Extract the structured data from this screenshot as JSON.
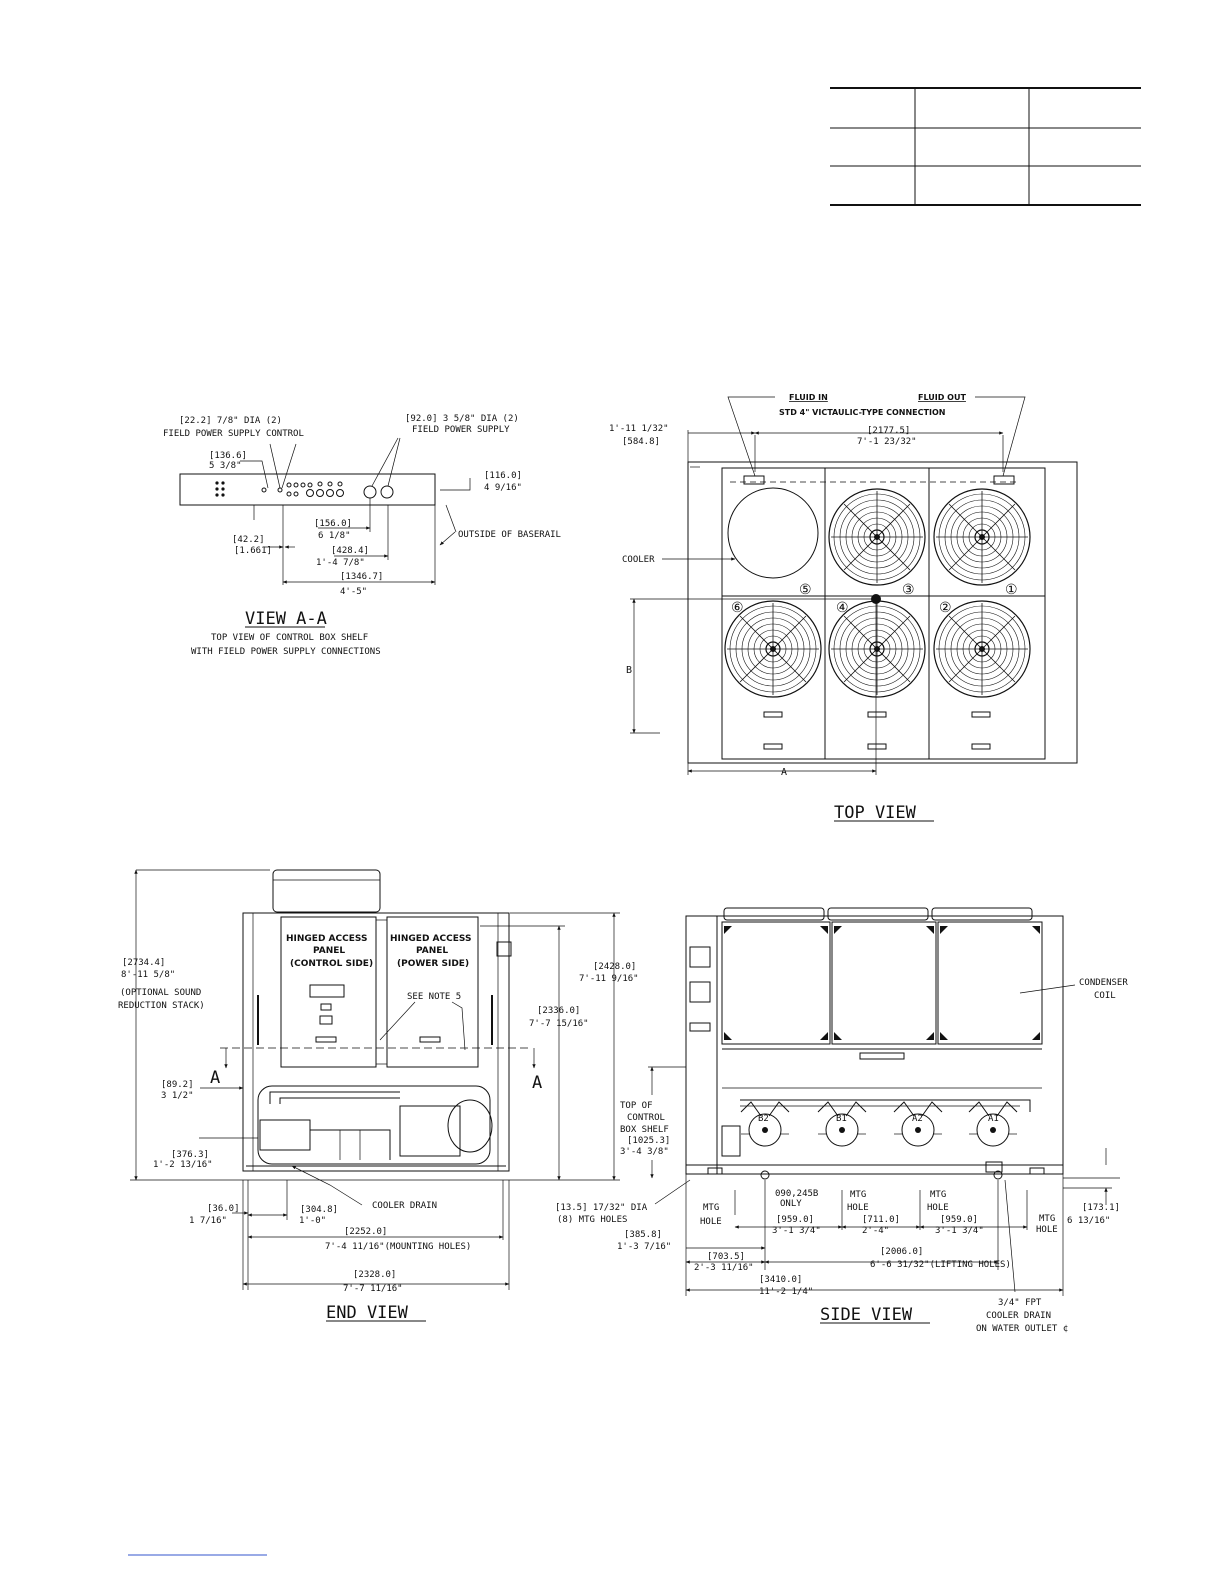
{
  "table": {
    "rows": 3,
    "cols": 3
  },
  "view_aa": {
    "title": "VIEW A-A",
    "subtitle_1": "TOP VIEW OF CONTROL BOX SHELF",
    "subtitle_2": "WITH FIELD POWER SUPPLY CONNECTIONS",
    "dim_control_dia": "[22.2] 7/8\" DIA (2)",
    "dim_control_label": "FIELD POWER SUPPLY CONTROL",
    "dim_power_dia": "[92.0] 3 5/8\" DIA (2)",
    "dim_power_label": "FIELD POWER SUPPLY",
    "dim_1366_mm": "[136.6]",
    "dim_1366_in": "5 3/8\"",
    "dim_116_mm": "[116.0]",
    "dim_116_in": "4 9/16\"",
    "dim_156_mm": "[156.0]",
    "dim_156_in": "6 1/8\"",
    "dim_422_mm": "[42.2]",
    "dim_422_in": "[1.661]",
    "dim_4284_mm": "[428.4]",
    "dim_4284_in": "1'-4 7/8\"",
    "dim_13467_mm": "[1346.7]",
    "dim_13467_in": "4'-5\"",
    "outside_label": "OUTSIDE OF BASERAIL"
  },
  "top_view": {
    "title": "TOP VIEW",
    "fluid_in": "FLUID IN",
    "fluid_out": "FLUID OUT",
    "connection": "STD 4\" VICTAULIC-TYPE CONNECTION",
    "dim_left_in": "1'-11 1/32\"",
    "dim_left_mm": "[584.8]",
    "dim_span_mm": "[2177.5]",
    "dim_span_in": "7'-1 23/32\"",
    "cooler_label": "COOLER",
    "label_a": "A",
    "label_b": "B",
    "fan_numbers": [
      "⑤",
      "③",
      "①",
      "⑥",
      "④",
      "②"
    ]
  },
  "end_view": {
    "title": "END VIEW",
    "panel_control": [
      "HINGED ACCESS",
      "PANEL",
      "(CONTROL SIDE)"
    ],
    "panel_power": [
      "HINGED ACCESS",
      "PANEL",
      "(POWER SIDE)"
    ],
    "see_note": "SEE NOTE 5",
    "dim_27344_mm": "[2734.4]",
    "dim_27344_in": "8'-11 5/8\"",
    "stack_1": "(OPTIONAL SOUND",
    "stack_2": "REDUCTION STACK)",
    "dim_24280_mm": "[2428.0]",
    "dim_24280_in": "7'-11 9/16\"",
    "dim_23360_mm": "[2336.0]",
    "dim_23360_in": "7'-7 15/16\"",
    "dim_892_mm": "[89.2]",
    "dim_892_in": "3 1/2\"",
    "dim_3763_mm": "[376.3]",
    "dim_3763_in": "1'-2 13/16\"",
    "dim_360_mm": "[36.0]",
    "dim_360_in": "1 7/16\"",
    "dim_3048_mm": "[304.8]",
    "dim_3048_in": "1'-0\"",
    "cooler_drain": "COOLER DRAIN",
    "dim_22520_mm": "[2252.0]",
    "dim_22520_in": "7'-4 11/16\"(MOUNTING HOLES)",
    "dim_23280_mm": "[2328.0]",
    "dim_23280_in": "7'-7 11/16\"",
    "section_a": "A"
  },
  "side_view": {
    "title": "SIDE VIEW",
    "condenser_1": "CONDENSER",
    "condenser_2": "COIL",
    "top_shelf": [
      "TOP OF",
      "CONTROL",
      "BOX SHELF",
      "[1025.3]",
      "3'-4 3/8\""
    ],
    "compressors": [
      "B2",
      "B1",
      "A2",
      "A1"
    ],
    "dim_135": "[13.5] 17/32\" DIA",
    "mtg_holes": "(8) MTG HOLES",
    "only_1": "090,245B",
    "only_2": "ONLY",
    "mtg_hole_a": [
      "MTG",
      "HOLE"
    ],
    "mtg_hole_b": [
      "MTG",
      "HOLE"
    ],
    "mtg_hole_c": [
      "MTG",
      "HOLE"
    ],
    "mtg_hole_d": [
      "MTG",
      "HOLE"
    ],
    "dim_959a_mm": "[959.0]",
    "dim_959a_in": "3'-1 3/4\"",
    "dim_711_mm": "[711.0]",
    "dim_711_in": "2'-4\"",
    "dim_959b_mm": "[959.0]",
    "dim_959b_in": "3'-1 3/4\"",
    "dim_1731_mm": "[173.1]",
    "dim_1731_in": "6 13/16\"",
    "dim_3858_mm": "[385.8]",
    "dim_3858_in": "1'-3 7/16\"",
    "dim_7035_mm": "[703.5]",
    "dim_7035_in": "2'-3 11/16\"",
    "dim_20060_mm": "[2006.0]",
    "dim_20060_in": "6'-6 31/32\"(LIFTING HOLES)",
    "dim_34100_mm": "[3410.0]",
    "dim_34100_in": "11'-2 1/4\"",
    "drain_1": "3/4\" FPT",
    "drain_2": "COOLER DRAIN",
    "drain_3": "ON WATER OUTLET ¢"
  }
}
